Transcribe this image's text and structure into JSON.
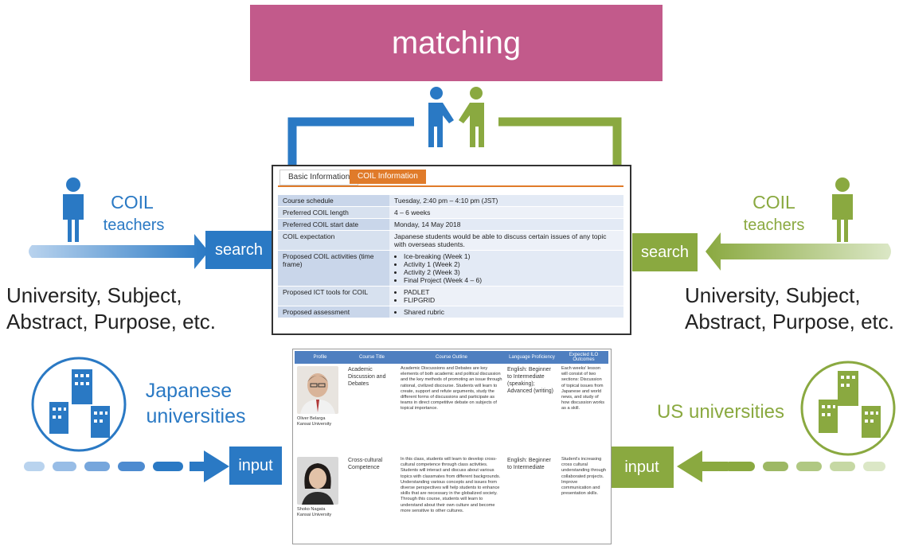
{
  "matching": "matching",
  "left": {
    "role_title": "COIL",
    "role_subtitle": "teachers",
    "search": "search",
    "criteria_line1": "University, Subject,",
    "criteria_line2": "Abstract, Purpose, etc.",
    "universities_line1": "Japanese",
    "universities_line2": "universities",
    "input": "input"
  },
  "right": {
    "role_title": "COIL",
    "role_subtitle": "teachers",
    "search": "search",
    "criteria_line1": "University, Subject,",
    "criteria_line2": "Abstract, Purpose, etc.",
    "universities": "US universities",
    "input": "input"
  },
  "info_panel": {
    "tab_basic": "Basic Information",
    "tab_coil": "COIL Information",
    "rows": [
      {
        "key": "Course schedule",
        "value": "Tuesday, 2:40 pm – 4:10 pm (JST)"
      },
      {
        "key": "Preferred COIL length",
        "value": "4 – 6 weeks"
      },
      {
        "key": "Preferred COIL start date",
        "value": "Monday, 14 May 2018"
      },
      {
        "key": "COIL expectation",
        "value": "Japanese students would be able to discuss certain issues of any topic with overseas students."
      },
      {
        "key": "Proposed COIL activities (time frame)",
        "items": [
          "Ice-breaking (Week 1)",
          "Activity 1 (Week 2)",
          "Activity 2 (Week 3)",
          "Final Project (Week 4 – 6)"
        ]
      },
      {
        "key": "Proposed ICT tools for COIL",
        "items": [
          "PADLET",
          "FLIPGRID"
        ]
      },
      {
        "key": "Proposed assessment",
        "items": [
          "Shared rubric"
        ]
      }
    ]
  },
  "course_panel": {
    "headers": [
      "Profile",
      "Course Title",
      "Course Outline",
      "Language Proficiency",
      "Expected ILO Outcomes"
    ],
    "rows": [
      {
        "name": "Oliver Belarga",
        "university": "Kansai University",
        "title": "Academic Discussion and Debates",
        "outline": "Academic Discussions and Debates are key elements of both academic and political discussion and the key methods of promoting an issue through rational, civilized discourse. Students will learn to create, support and refute arguments, study the different forms of discussions and participate as teams in direct competitive debate on subjects of topical importance.",
        "language": "English: Beginner to Intermediate (speaking); Advanced (writing)",
        "outcomes": "Each weeks' lesson will consist of two sections: Discussion of topical issues from Japanese and world news, and study of how discussion works as a skill."
      },
      {
        "name": "Shoko Nagata",
        "university": "Kansai University",
        "title": "Cross-cultural Competence",
        "outline": "In this class, students will learn to develop cross-cultural competence through class activities. Students will interact and discuss about various topics with classmates from different backgrounds. Understanding various concepts and issues from diverse perspectives will help students to enhance skills that are necessary in the globalized society. Through this course, students will learn to understand about their own culture and become more sensitive to other cultures.",
        "language": "English: Beginner to Intermediate",
        "outcomes": "Student's increasing cross cultural understanding through collaborated projects. Improve communication and presentation skills."
      }
    ]
  },
  "colors": {
    "blue": "#2a79c4",
    "green": "#8aa940",
    "magenta": "#c25a8b"
  }
}
